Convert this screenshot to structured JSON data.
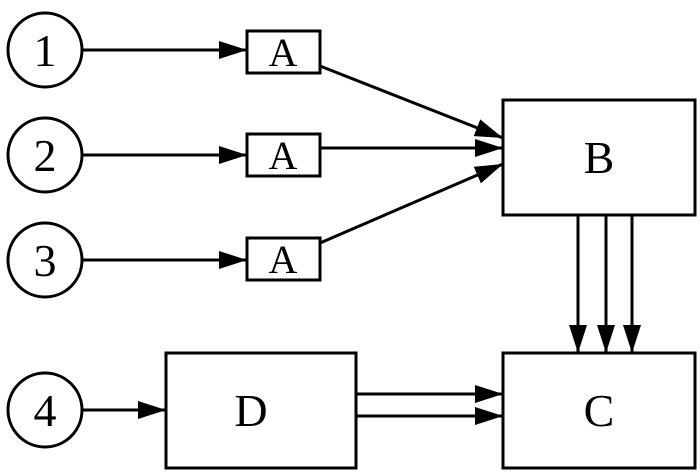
{
  "inputs": [
    {
      "label": "1"
    },
    {
      "label": "2"
    },
    {
      "label": "3"
    },
    {
      "label": "4"
    }
  ],
  "small_boxes": [
    {
      "label": "A"
    },
    {
      "label": "A"
    },
    {
      "label": "A"
    }
  ],
  "blocks": {
    "B": {
      "label": "B"
    },
    "C": {
      "label": "C"
    },
    "D": {
      "label": "D"
    }
  },
  "colors": {
    "stroke": "#000000",
    "background": "#ffffff"
  }
}
